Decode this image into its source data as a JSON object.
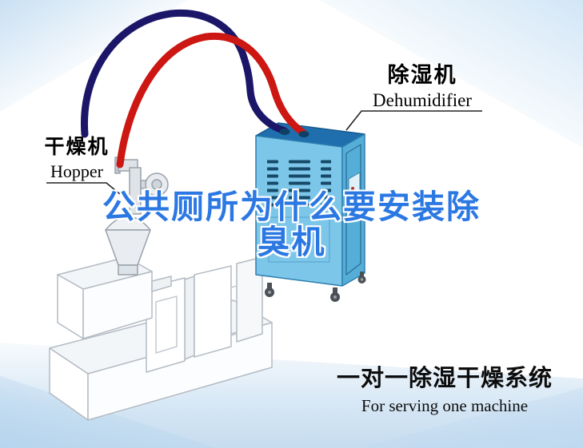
{
  "title": {
    "line1": "公共厕所为什么要安装除",
    "line2": "臭机"
  },
  "machine_labels": {
    "dehumidifier": {
      "zh": "除湿机",
      "en": "Dehumidifier"
    },
    "hopper": {
      "zh": "干燥机",
      "en": "Hopper"
    }
  },
  "caption": {
    "zh": "一对一除湿干燥系统",
    "en": "For serving one machine"
  },
  "colors": {
    "title_blue": "#2b78e3",
    "pipe_red": "#cc1713",
    "pipe_navy": "#1c1668",
    "machine_front": "#7cc6ea",
    "machine_side": "#55aed8",
    "machine_top": "#1f6fae",
    "outline_gray": "#b3bbc3",
    "corner_blue": "#cfe3f4"
  }
}
